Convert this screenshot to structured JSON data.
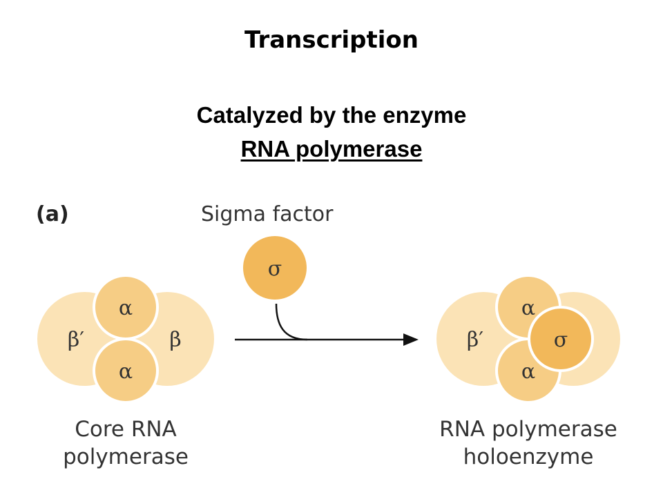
{
  "title": "Transcription",
  "subtitle_line1": "Catalyzed by the enzyme",
  "subtitle_line2": "RNA polymerase",
  "panel_label": "(a)",
  "sigma_factor_label": "Sigma factor",
  "subunits": {
    "alpha": "α",
    "beta": "β",
    "beta_prime": "β′",
    "sigma": "σ"
  },
  "core_label": {
    "line1": "Core RNA",
    "line2": "polymerase"
  },
  "holo_label": {
    "line1": "RNA polymerase",
    "line2": "holoenzyme"
  },
  "colors": {
    "light": "#fbe3b6",
    "medium": "#f6cd85",
    "dark": "#f2b85a",
    "stroke": "#ffffff"
  }
}
